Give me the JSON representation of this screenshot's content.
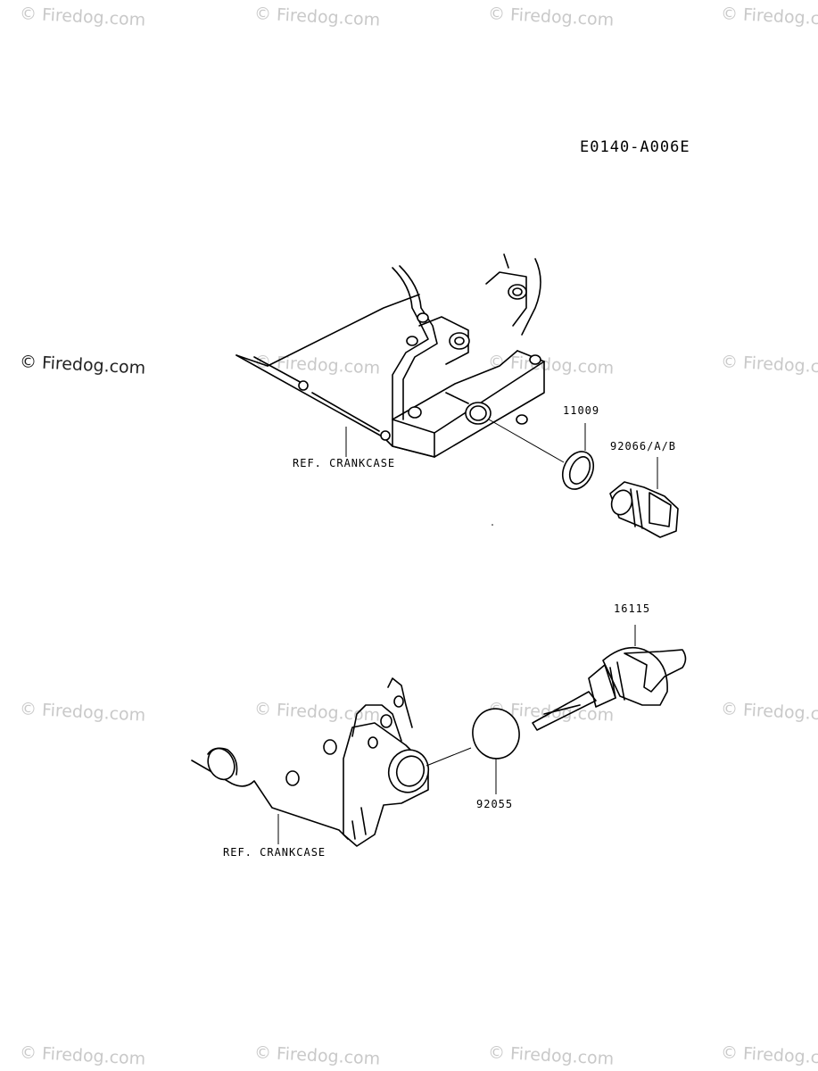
{
  "diagram_code": "E0140-A006E",
  "watermarks": [
    "© Firedog.com"
  ],
  "upper_assembly": {
    "ref_label": "REF. CRANKCASE",
    "part_gasket": "11009",
    "part_plug": "92066/A/B"
  },
  "lower_assembly": {
    "ref_label": "REF. CRANKCASE",
    "part_dipstick": "16115",
    "part_oring": "92055"
  }
}
